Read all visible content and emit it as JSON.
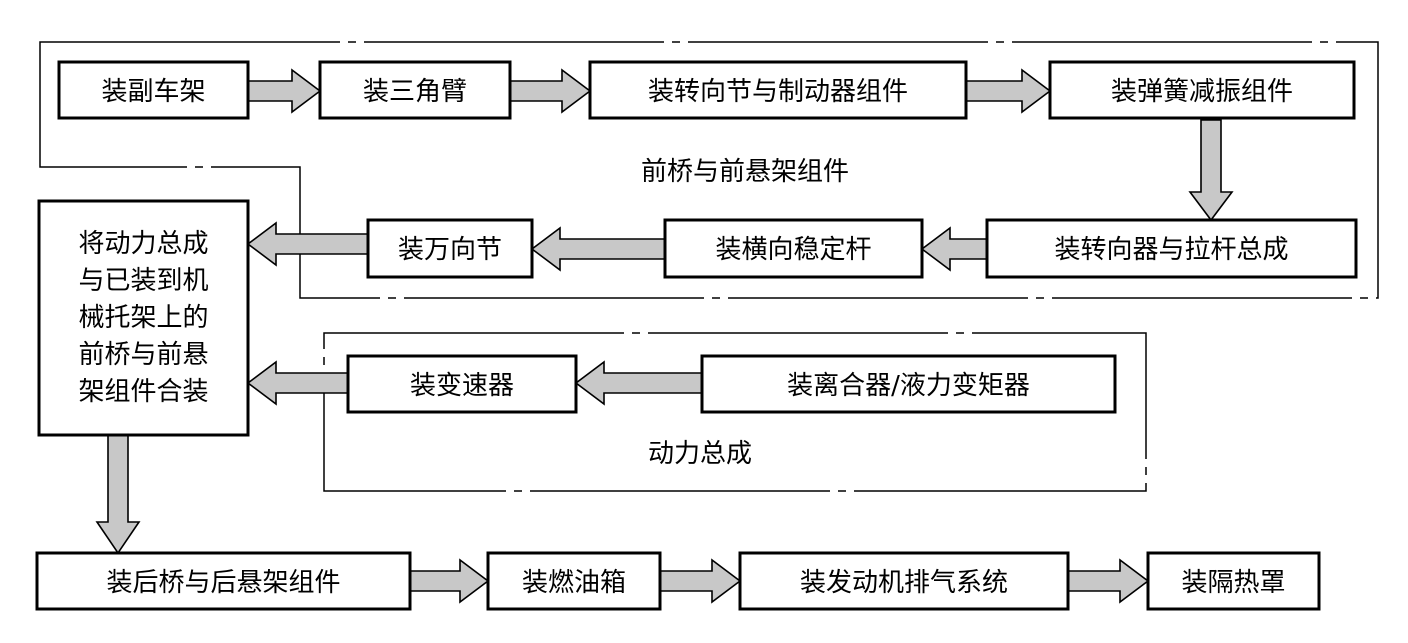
{
  "boxes": {
    "subframe": "装副车架",
    "triangle_arm": "装三角臂",
    "knuckle_brake": "装转向节与制动器组件",
    "spring_damper": "装弹簧减振组件",
    "steering_gear": "装转向器与拉杆总成",
    "stabilizer": "装横向稳定杆",
    "universal_joint": "装万向节",
    "combine": [
      "将动力总成",
      "与已装到机",
      "械托架上的",
      "前桥与前悬",
      "架组件合装"
    ],
    "gearbox": "装变速器",
    "clutch": "装离合器/液力变矩器",
    "rear_axle": "装后桥与后悬架组件",
    "fuel_tank": "装燃油箱",
    "exhaust": "装发动机排气系统",
    "heat_shield": "装隔热罩"
  },
  "groups": {
    "front_axle": "前桥与前悬架组件",
    "powertrain": "动力总成"
  },
  "colors": {
    "arrow_fill": "#c8c8c8",
    "line": "#000000",
    "background": "#ffffff"
  }
}
